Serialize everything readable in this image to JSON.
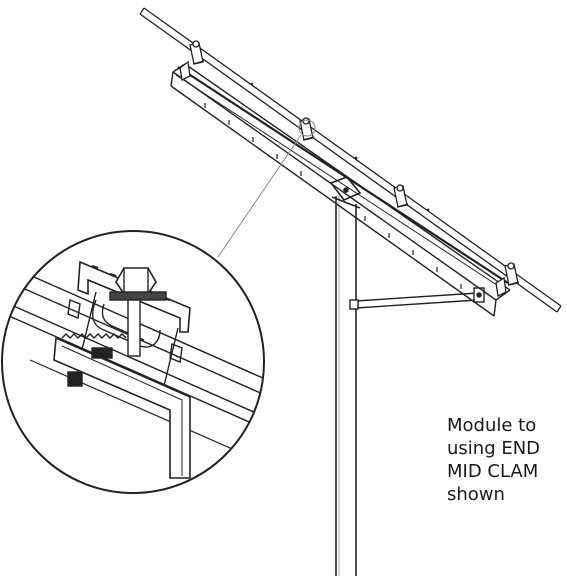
{
  "caption": {
    "line1": "Module to",
    "line2": "using END",
    "line3": "MID CLAM",
    "line4": "shown"
  }
}
